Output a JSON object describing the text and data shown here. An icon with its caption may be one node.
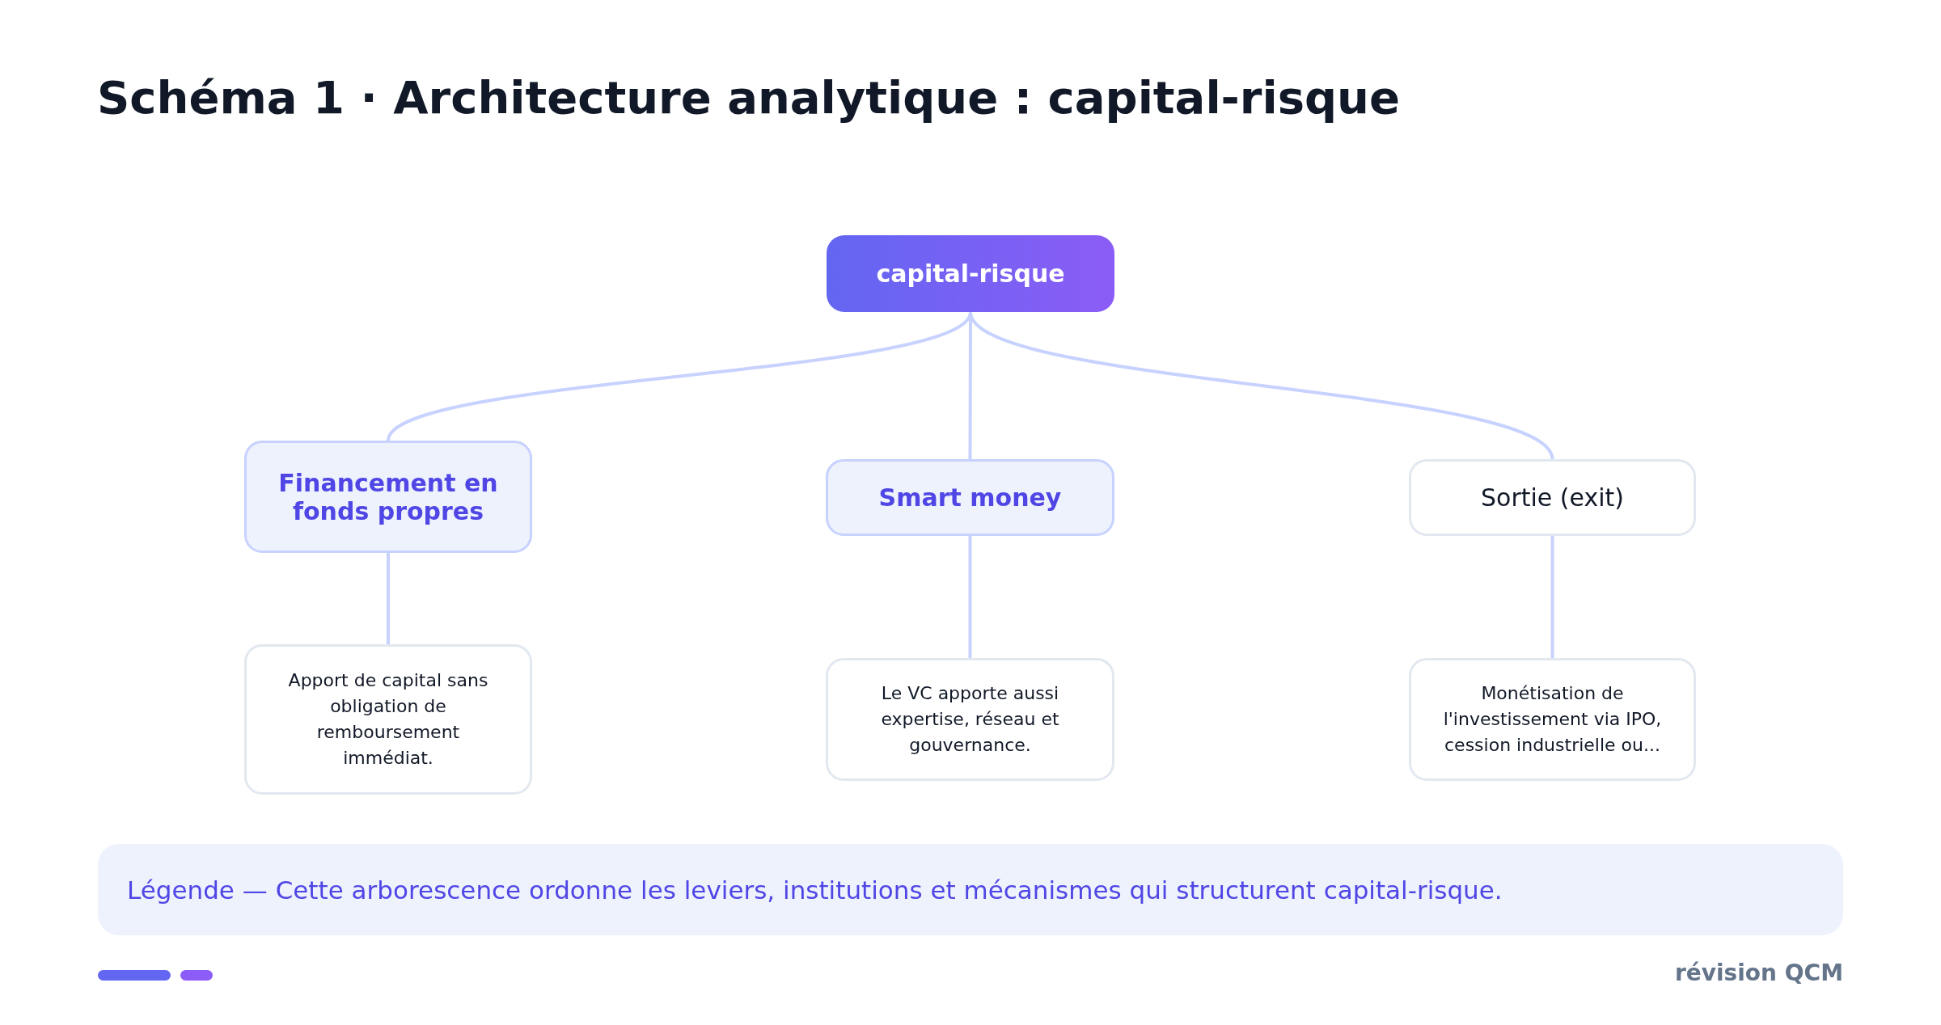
{
  "diagram": {
    "title": "Schéma 1 · Architecture analytique : capital-risque",
    "caption": "Légende — Cette arborescence ordonne les leviers, institutions et mécanismes qui structurent capital-risque.",
    "nodes": [
      {
        "text": [
          "capital-risque"
        ]
      },
      {
        "text": [
          "Financement en fonds propres"
        ]
      },
      {
        "text": [
          "Smart money"
        ]
      },
      {
        "text": [
          "Sortie (exit)"
        ]
      },
      {
        "text": [
          "Apport de capital sans obligation de remboursement immédiat."
        ]
      },
      {
        "text": [
          "Le VC apporte aussi expertise, réseau et gouvernance."
        ]
      },
      {
        "text": [
          "Monétisation de l'investissement via IPO, cession industrielle ou..."
        ]
      }
    ],
    "edges": [
      {
        "from": 0,
        "to": 1,
        "arrow": "none"
      },
      {
        "from": 0,
        "to": 2,
        "arrow": "none"
      },
      {
        "from": 0,
        "to": 3,
        "arrow": "none"
      },
      {
        "from": 1,
        "to": 4,
        "arrow": "none"
      },
      {
        "from": 2,
        "to": 5,
        "arrow": "none"
      },
      {
        "from": 3,
        "to": 6,
        "arrow": "none"
      }
    ],
    "labels": [
      "révision QCM"
    ]
  }
}
